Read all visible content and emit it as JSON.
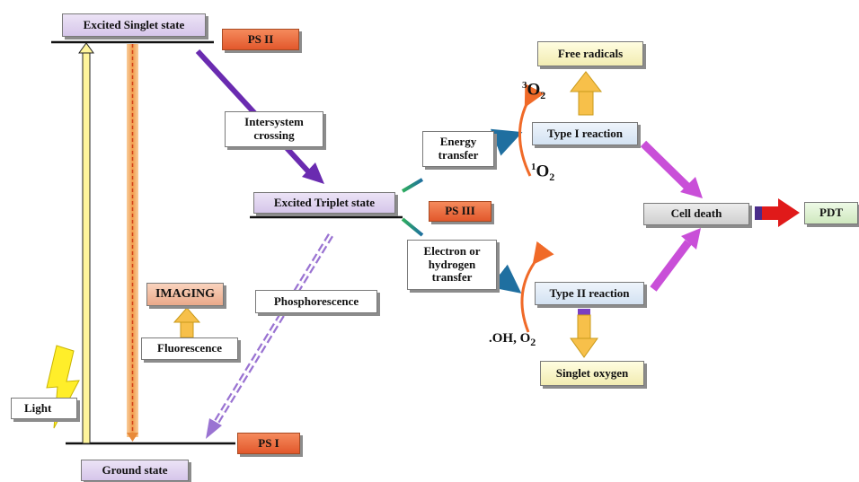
{
  "diagram": {
    "states": {
      "excited_singlet": "Excited Singlet state",
      "excited_triplet": "Excited Triplet state",
      "ground": "Ground state"
    },
    "photosensitizers": {
      "ps2": "PS II",
      "ps3": "PS III",
      "ps1": "PS I"
    },
    "processes": {
      "intersystem_crossing": [
        "Intersystem",
        "crossing"
      ],
      "energy_transfer": [
        "Energy",
        "transfer"
      ],
      "electron_transfer": [
        "Electron or",
        "hydrogen",
        "transfer"
      ],
      "phosphorescence": "Phosphorescence",
      "fluorescence": "Fluorescence",
      "imaging": "IMAGING",
      "light": "Light"
    },
    "reactions": {
      "type1": "Type I reaction",
      "type2": "Type II reaction",
      "free_radicals": "Free radicals",
      "singlet_oxygen": "Singlet oxygen",
      "cell_death": "Cell death",
      "pdt": "PDT"
    },
    "species": {
      "triplet_o2_sup": "3",
      "o2_base": "O",
      "o2_sub": "2",
      "singlet_o2_sup": "1",
      "oh_o2": ".OH, O",
      "oh_o2_sub": "2"
    },
    "colors": {
      "box_lavender": "#d6c6ea",
      "box_orange": "#e2582c",
      "arrow_purple": "#6a2bb0",
      "arrow_magenta": "#c94fd8",
      "arrow_teal": "#1f8a6f",
      "arrow_yellow": "#f7c04a",
      "arrow_red": "#e01a1a",
      "curve_orange": "#f06a28"
    }
  }
}
